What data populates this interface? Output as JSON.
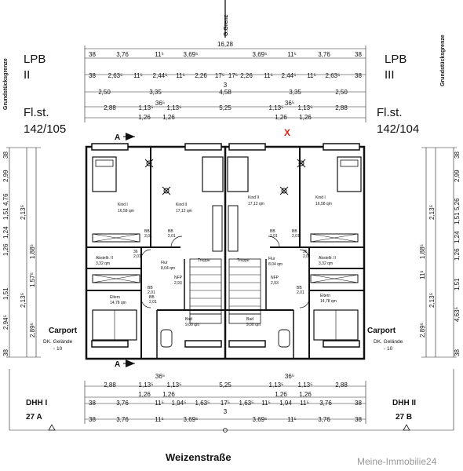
{
  "labels": {
    "lpb_left": "LPB",
    "lpb_left_num": "II",
    "lpb_right": "LPB",
    "lpb_right_num": "III",
    "flst_left": "Fl.st.",
    "flst_left_num": "142/105",
    "flst_right": "Fl.st.",
    "flst_right_num": "142/104",
    "grenze_top": "G.Grenz",
    "grund_left": "Grundstücksgrenze",
    "grund_right": "Grundstücksgrenze",
    "carport_left": "Carport",
    "carport_right": "Carport",
    "dhh_left": "DHH I",
    "dhh_left_num": "27 A",
    "dhh_right": "DHH II",
    "dhh_right_num": "27 B",
    "street": "Weizenstraße",
    "watermark": "Meine-Immobilie24",
    "gelaende_left": "DK. Gelände",
    "gelaende_left_val": "- 10",
    "gelaende_right": "DK. Gelände",
    "gelaende_right_val": "- 10",
    "marker_x": "X",
    "section_a": "A"
  },
  "dims_top": {
    "total": "16,28",
    "row1": [
      "38",
      "3,76",
      "11⁵",
      "3,69⁵",
      "3,69⁵",
      "11⁵",
      "3,76",
      "38"
    ],
    "row2": [
      "38",
      "2,63⁵",
      "11⁵",
      "2,44⁵",
      "11⁵",
      "2,26",
      "17⁵",
      "17⁵",
      "2,26",
      "11⁵",
      "2,44⁵",
      "11⁵",
      "2,63⁵",
      "38"
    ],
    "row3_mid": "3",
    "row3": [
      "2,50",
      "3,35",
      "4,58",
      "3,35",
      "2,50"
    ],
    "row4": [
      "2,88",
      "1,13⁵",
      "36⁵",
      "1,13⁵",
      "5,25",
      "1,13⁵",
      "36⁵",
      "1,13⁵",
      "2,88"
    ],
    "row5": [
      "1,26",
      "1,26",
      "1,26",
      "1,26"
    ]
  },
  "dims_bottom": {
    "row1": [
      "2,88",
      "1,13⁵",
      "36⁵",
      "1,13⁵",
      "5,25",
      "1,13⁵",
      "36⁵",
      "1,13⁵",
      "2,88"
    ],
    "row2": [
      "1,26",
      "1,26",
      "1,26",
      "1,26"
    ],
    "row3": [
      "38",
      "3,76",
      "11⁵",
      "1,94⁵",
      "1,63⁵",
      "17⁵",
      "1,63⁵",
      "11⁵",
      "1,94",
      "11⁵",
      "3,76",
      "38"
    ],
    "row4_mid": "3",
    "row5": [
      "38",
      "3,76",
      "11⁵",
      "3,69⁵",
      "3,69⁵",
      "11⁵",
      "3,76",
      "38"
    ]
  },
  "dims_left": {
    "outer": [
      "38",
      "2,99",
      "4,76",
      "1,51",
      "1,24",
      "1,26",
      "1,51",
      "2,94⁵",
      "38"
    ],
    "inner": [
      "2,13⁵",
      "1,88⁵",
      "1,57⁵",
      "2,13⁵",
      "2,89⁵"
    ]
  },
  "dims_right": {
    "outer": [
      "38",
      "2,99",
      "5,26",
      "1,51",
      "1,24",
      "1,26",
      "1,51",
      "4,63⁵",
      "38"
    ],
    "inner": [
      "2,13⁵",
      "1,88⁵",
      "11⁵",
      "2,13⁵",
      "2,89⁵"
    ]
  },
  "rooms": {
    "kind1_l": "Kind I",
    "kind1_l_area": "16,58 qm",
    "kind2_l": "Kind II",
    "kind2_l_area": "17,12 qm",
    "kind2_r": "Kind II",
    "kind2_r_area": "17,12 qm",
    "kind1_r": "Kind I",
    "kind1_r_area": "16,58 qm",
    "abst_l": "Abstellr. II",
    "abst_l_area": "3,32 qm",
    "abst_r": "Abstellr. II",
    "abst_r_area": "3,32 qm",
    "flur_l": "Flur",
    "flur_l_area": "8,04 qm",
    "flur_r": "Flur",
    "flur_r_area": "8,04 qm",
    "treppe_l": "Treppe",
    "treppe_r": "Treppe",
    "eltern_l": "Eltern",
    "eltern_l_area": "14,78 qm",
    "eltern_r": "Eltern",
    "eltern_r_area": "14,78 qm",
    "bad_l": "Bad",
    "bad_l_area": "9,00 qm",
    "bad_r": "Bad",
    "bad_r_area": "9,00 qm"
  },
  "door_labels": {
    "bb": "BB",
    "h201": "2,01",
    "h36": "36",
    "hnfp": "NFP",
    "h293": "2,93"
  }
}
